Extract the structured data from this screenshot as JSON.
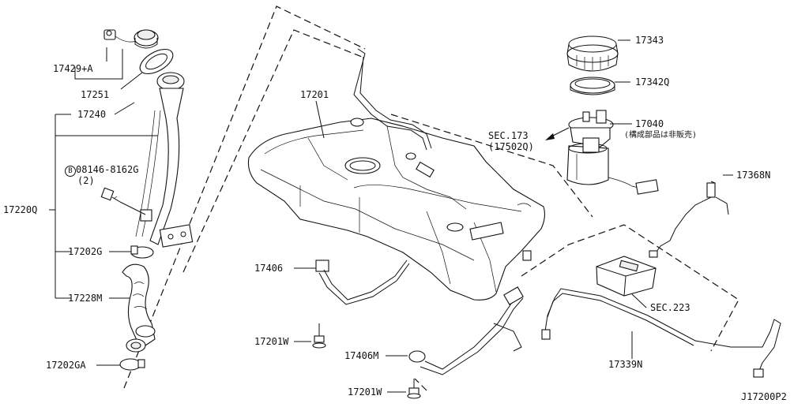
{
  "parts": {
    "p17429A": "17429+A",
    "p17251": "17251",
    "p17240": "17240",
    "bolt_circle": "B",
    "bolt_number": "08146-8162G",
    "bolt_qty": "(2)",
    "p17220Q": "17220Q",
    "p17202G": "17202G",
    "p17228M": "17228M",
    "p17202GA": "17202GA",
    "p17201": "17201",
    "p17406": "17406",
    "p17201W_a": "17201W",
    "p17406M": "17406M",
    "p17201W_b": "17201W",
    "p17343": "17343",
    "p17342Q": "17342Q",
    "p17040": "17040",
    "p17040_note": "(構成部品は非販売)",
    "sec173": "SEC.173",
    "sec173_sub": "(17502Q)",
    "p17368N": "17368N",
    "sec223": "SEC.223",
    "p17339N": "17339N",
    "diagram_id": "J17200P2"
  }
}
